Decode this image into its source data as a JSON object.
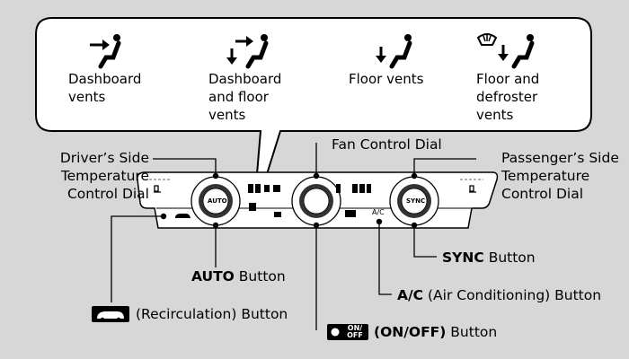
{
  "callout": {
    "modes": [
      {
        "label": "Dashboard vents",
        "icon": "dashboard-vents-icon"
      },
      {
        "label": "Dashboard and floor vents",
        "icon": "dashboard-floor-vents-icon"
      },
      {
        "label": "Floor vents",
        "icon": "floor-vents-icon"
      },
      {
        "label": "Floor and defroster vents",
        "icon": "floor-defroster-vents-icon"
      }
    ]
  },
  "labels": {
    "driver_dial": [
      "Driver’s Side",
      "Temperature",
      "Control Dial"
    ],
    "fan_dial": "Fan Control Dial",
    "passenger_dial": [
      "Passenger’s Side",
      "Temperature",
      "Control Dial"
    ],
    "auto_strong": "AUTO",
    "auto_rest": "Button",
    "sync_strong": "SYNC",
    "sync_rest": "Button",
    "ac_strong": "A/C",
    "ac_rest": "(Air Conditioning) Button",
    "recirc_rest": "(Recirculation) Button",
    "onoff_strong": "(ON/OFF)",
    "onoff_rest": "Button"
  },
  "panel": {
    "dial_auto": "AUTO",
    "dial_sync": "SYNC",
    "ac_key": "A/C",
    "onoff_glyph": [
      "ON/",
      "OFF"
    ]
  }
}
